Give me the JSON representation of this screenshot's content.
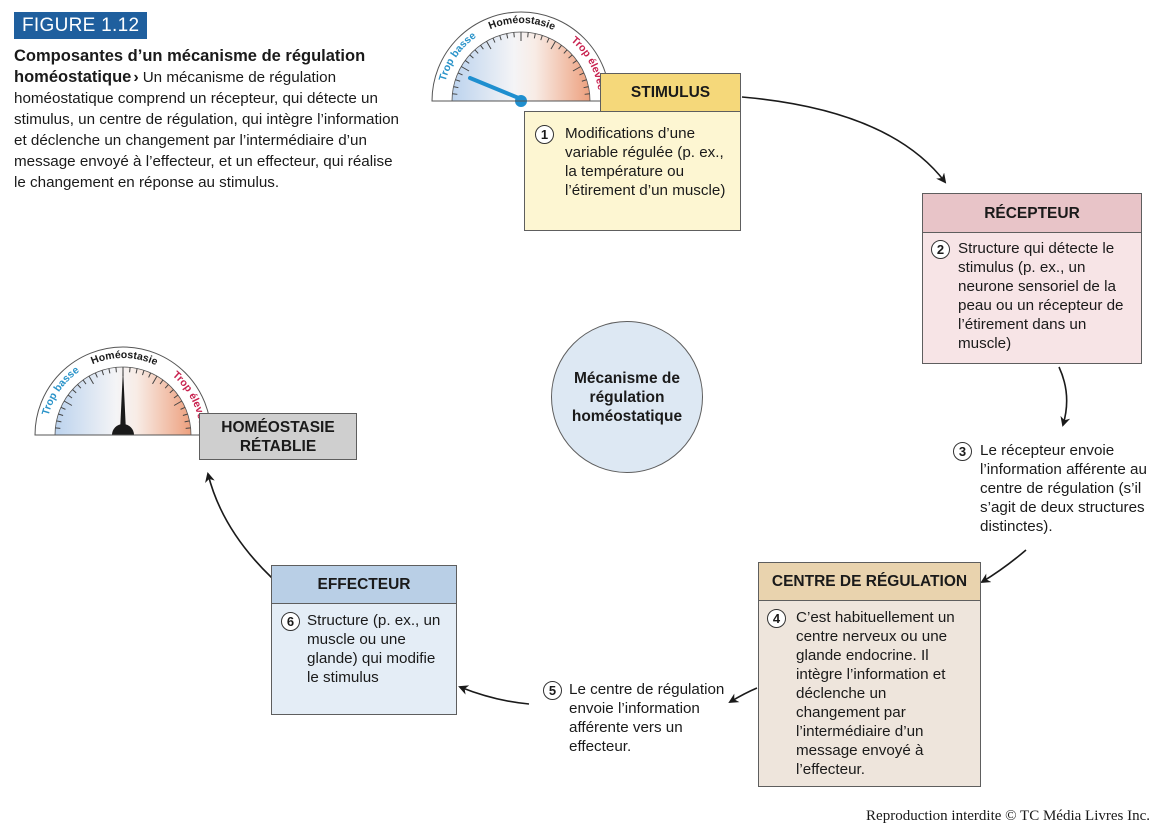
{
  "figure_label": "FIGURE 1.12",
  "caption": {
    "title": "Composantes d’un mécanisme de régulation homéostatique",
    "arrow": "›",
    "text": "Un mécanisme de régulation homéostatique comprend un récepteur, qui détecte un stimulus, un centre de régulation, qui intègre l’information et déclenche un changement par l’intermédiaire d’un message envoyé à l’effecteur, et un effecteur, qui réalise le changement en réponse au stimulus."
  },
  "gauge_labels": {
    "low": "Trop basse",
    "mid": "Homéostasie",
    "high": "Trop élevée"
  },
  "stimulus": {
    "title": "STIMULUS",
    "number": "1",
    "text": "Modifications d’une variable régulée (p. ex., la température ou l’étirement d’un muscle)"
  },
  "recepteur": {
    "title": "RÉCEPTEUR",
    "number": "2",
    "text": "Structure qui détecte le stimulus (p. ex., un neurone sensoriel de la peau ou un récepteur de l’étirement dans un muscle)"
  },
  "step3": {
    "number": "3",
    "text": "Le récepteur envoie l’information afférente au centre de régulation (s’il s’agit de deux structures distinctes)."
  },
  "centre": {
    "title": "CENTRE DE RÉGULATION",
    "number": "4",
    "text": "C’est habituellement un centre nerveux ou une glande endocrine. Il intègre l’information et déclenche un changement par l’intermédiaire d’un message envoyé à l’effecteur."
  },
  "step5": {
    "number": "5",
    "text": "Le centre de régulation envoie l’information afférente vers un effecteur."
  },
  "effecteur": {
    "title": "EFFECTEUR",
    "number": "6",
    "text": "Structure (p. ex., un muscle ou une glande) qui modifie le stimulus"
  },
  "homeostasie_retablie": {
    "title": "HOMÉOSTASIE RÉTABLIE"
  },
  "center_label": "Mécanisme de régulation homéostatique",
  "copyright": "Reproduction interdite © TC Média Livres Inc.",
  "colors": {
    "figure_tag": "#1f5f9e",
    "stimulus_head": "#f5d87a",
    "stimulus_body": "#fdf6d2",
    "recepteur_head": "#e8c4c8",
    "recepteur_body": "#f7e4e6",
    "centre_head": "#e9d3ae",
    "centre_body": "#eee5dc",
    "effecteur_head": "#b9cfe6",
    "effecteur_body": "#e4edf6",
    "retablie_head": "#cfcfcf",
    "center_circle": "#dde8f3",
    "gauge_low_text": "#2a93c9",
    "gauge_high_text": "#c8224f",
    "stimulus_needle": "#1f8fcf"
  }
}
